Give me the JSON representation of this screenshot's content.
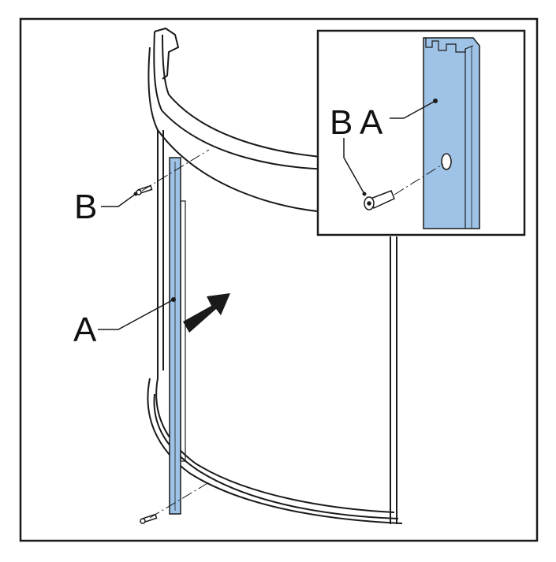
{
  "labels": {
    "main_a": "A",
    "main_b": "B",
    "inset_a": "A",
    "inset_b": "B"
  },
  "colors": {
    "profile_blue": "#9ec3e6",
    "line": "#1a1a1a",
    "background": "#ffffff"
  },
  "icons": {
    "direction_arrow": "arrow-right-up-icon"
  }
}
